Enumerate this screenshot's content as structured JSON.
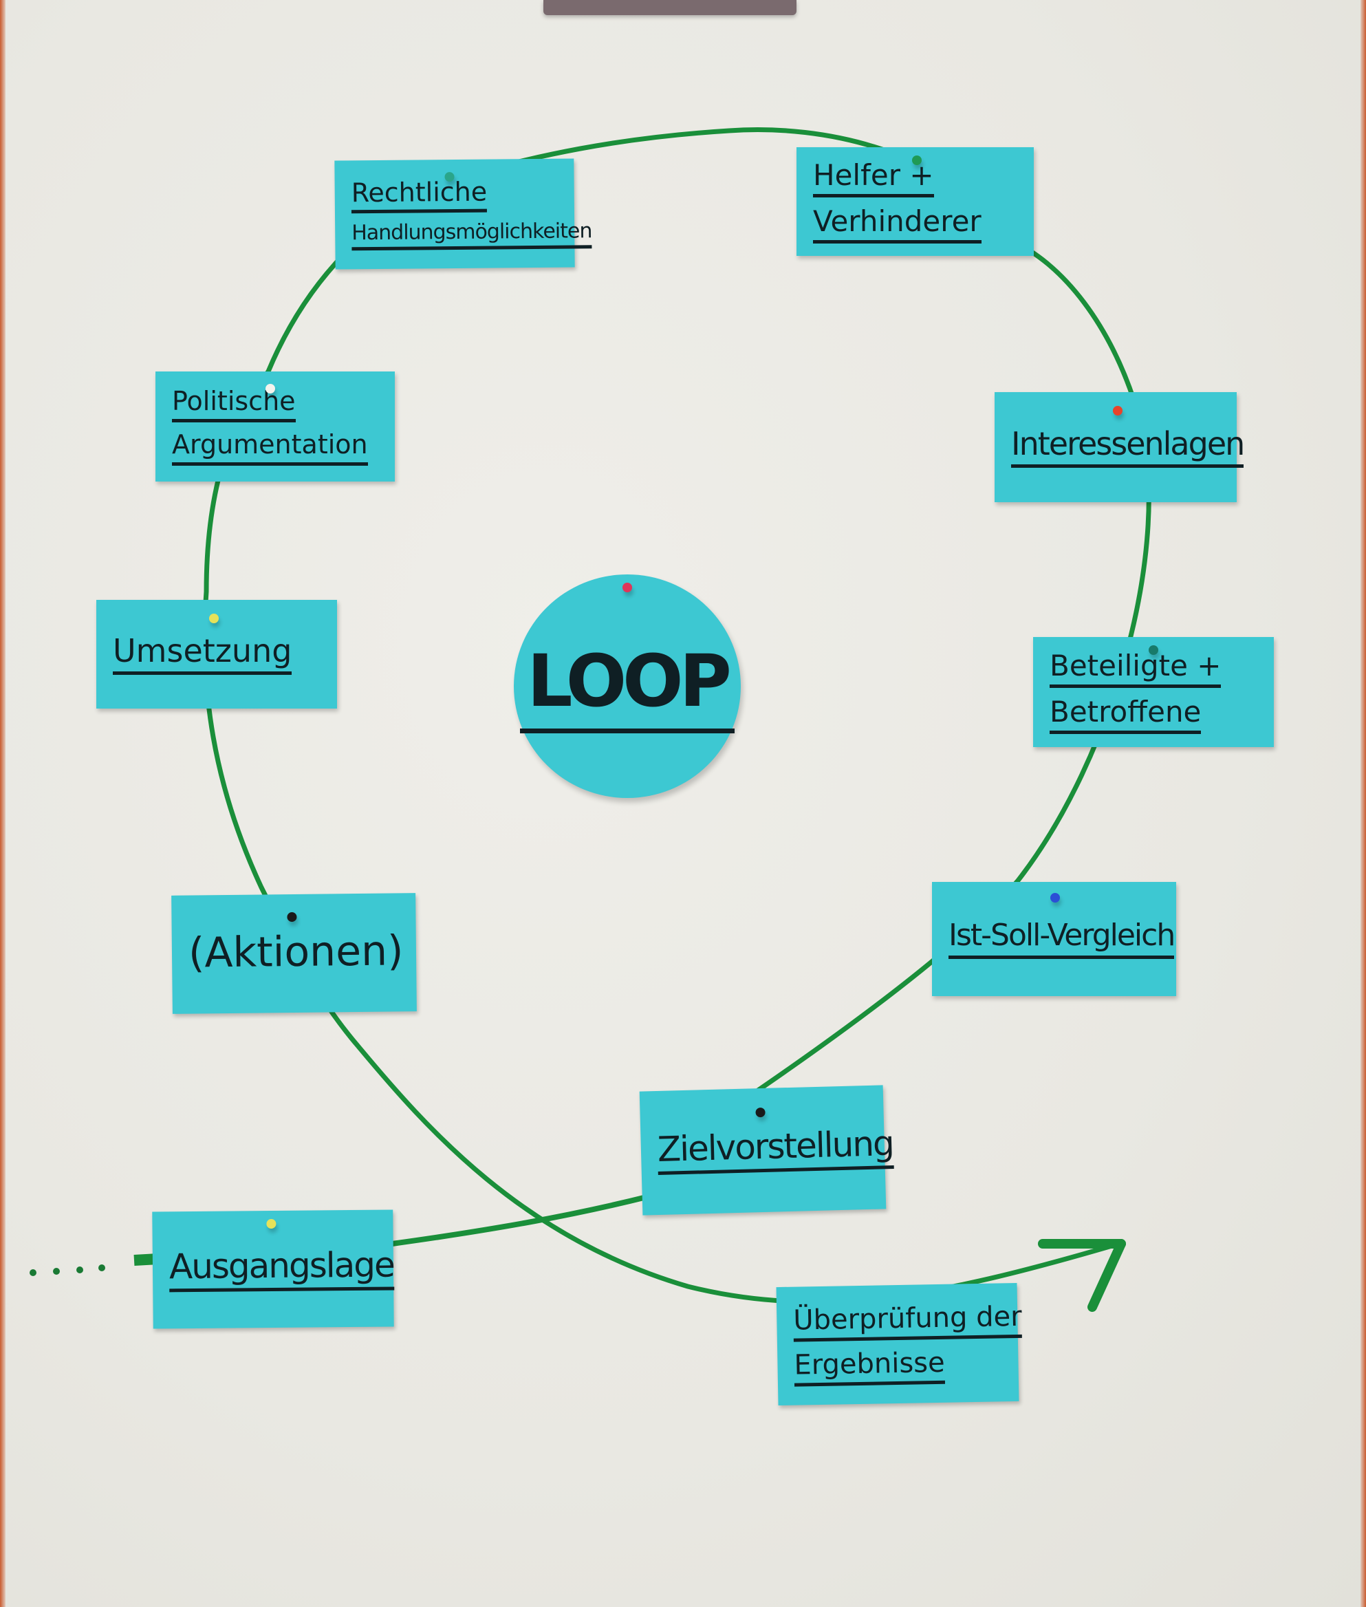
{
  "board": {
    "type": "flipchart",
    "center_label": "LOOP",
    "card_color": "#3dc8d2",
    "line_color": "#1a8f3a",
    "paper_color": "#ecebe5",
    "ink_color": "#0f1f24"
  },
  "cards": [
    {
      "id": "rechtliche",
      "lines": [
        "Rechtliche",
        "Handlungsmöglichkeiten"
      ],
      "pin": "#2aa58a"
    },
    {
      "id": "helfer",
      "lines": [
        "Helfer +",
        "Verhinderer"
      ],
      "pin": "#1f9a55"
    },
    {
      "id": "politische",
      "lines": [
        "Politische",
        "Argumentation"
      ],
      "pin": "#f4f4ee"
    },
    {
      "id": "interessen",
      "lines": [
        "Interessenlagen"
      ],
      "pin": "#e8432a"
    },
    {
      "id": "umsetzung",
      "lines": [
        "Umsetzung"
      ],
      "pin": "#e6e25a"
    },
    {
      "id": "beteiligte",
      "lines": [
        "Beteiligte +",
        "Betroffene"
      ],
      "pin": "#187a6a"
    },
    {
      "id": "aktionen",
      "lines": [
        "(Aktionen)"
      ],
      "pin": "#1a1a1a"
    },
    {
      "id": "istsoll",
      "lines": [
        "Ist-Soll-Vergleich"
      ],
      "pin": "#2b4fd6"
    },
    {
      "id": "ziel",
      "lines": [
        "Zielvorstellung"
      ],
      "pin": "#1a1a1a"
    },
    {
      "id": "ausgang",
      "lines": [
        "Ausgangslage"
      ],
      "pin": "#e6e25a"
    },
    {
      "id": "ueberpruefung",
      "lines": [
        "Überprüfung der",
        "Ergebnisse"
      ],
      "pin": null
    }
  ],
  "center_pin": "#e0355a"
}
